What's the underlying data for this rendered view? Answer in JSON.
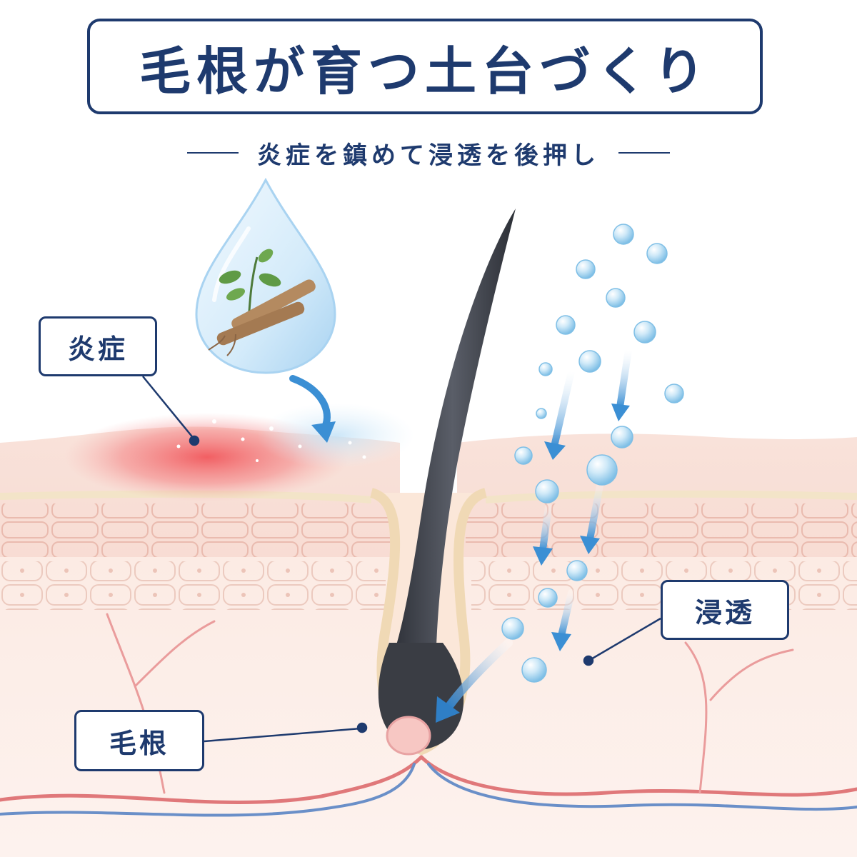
{
  "title": "毛根が育つ土台づくり",
  "subtitle": "炎症を鎮めて浸透を後押し",
  "labels": {
    "inflammation": "炎症",
    "penetration": "浸透",
    "hair_root": "毛根"
  },
  "colors": {
    "navy": "#1e3a6e",
    "skin_surface": "#f6d6cc",
    "skin_deep": "#fbe6dd",
    "inflammation_red": "#f0484e",
    "bubble_blue": "#9fd2f0",
    "arrow_blue": "#3b8fd4",
    "hair_dark": "#3a3d44",
    "artery_red": "#e0787a",
    "vein_blue": "#6a8fc8"
  },
  "icons": [
    "droplet-icon",
    "herb-leaf-icon",
    "root-icon",
    "bubble-icon",
    "arrow-icon"
  ]
}
